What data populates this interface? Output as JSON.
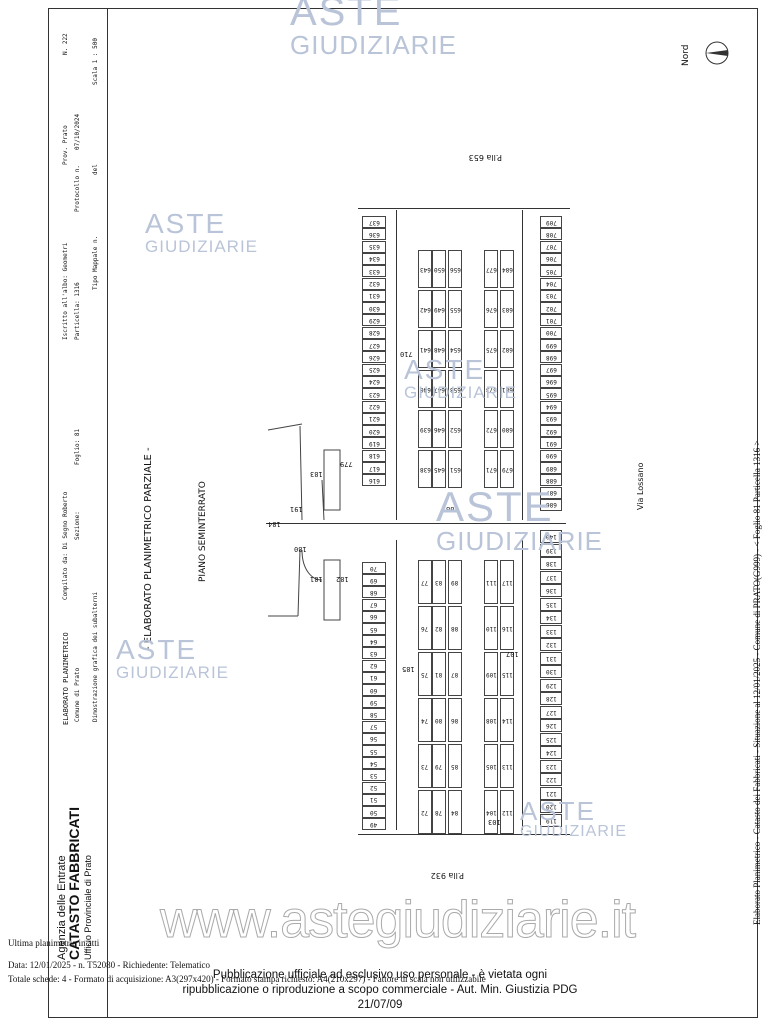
{
  "header": {
    "title": "ELABORATO PLANIMETRICO",
    "compiled_by": "Compilato da: Di Segno Roberto",
    "registered": "Iscritto all'albo: Geometri",
    "province": "Prov. Prato",
    "number": "N. 222",
    "comune": "Comune di Prato",
    "section": "Sezione:",
    "foglio": "Foglio: 81",
    "particella": "Particella: 1316",
    "protocol": "Protocollo n.",
    "date": "07/10/2024",
    "dimostrazione": "Dimostrazione grafica dei subalterni",
    "tipo_mappale": "Tipo Mappale n.",
    "del": "del",
    "scala": "Scala 1 : 500"
  },
  "agency": {
    "line1": "Agenzia delle Entrate",
    "line2": "CATASTO FABBRICATI",
    "line3": "Ufficio Provinciale di Prato"
  },
  "drawing": {
    "title": "- ELABORATO PLANIMETRICO PARZIALE -",
    "floor": "PIANO SEMINTERRATO",
    "north": "Nord",
    "road": "Via Lossano",
    "p_top": "P.lla 653",
    "p_bottom": "P.lla 932"
  },
  "side_note": "Elaborato Planimetrico - Catasto dei Fabbricati - Situazione al 12/01/2025 - Comune di PRATO(G999) - < Foglio 81 Particella 1316 >",
  "footer": {
    "line1": "Ultima planimetria in atti",
    "line2": "Data: 12/01/2025 - n. T52080 - Richiedente: Telematico",
    "line3": "Totale schede: 4 - Formato di acquisizione: A3(297x420) - Formato stampa richiesto: A4(210x297) - Fattore di scala non utilizzabile"
  },
  "notice": {
    "line1": "Pubblicazione ufficiale ad esclusivo uso personale - è vietata ogni",
    "line2": "ripubblicazione o riproduzione a scopo commerciale - Aut. Min. Giustizia PDG 21/07/09"
  },
  "watermark": {
    "aste": "ASTE",
    "giudiziarie": "GIUDIZIARIE",
    "url": "www.astegiudiziarie.it"
  },
  "cells": {
    "left_column": [
      "637",
      "636",
      "635",
      "634",
      "633",
      "632",
      "631",
      "630",
      "629",
      "628",
      "627",
      "626",
      "625",
      "624",
      "623",
      "622",
      "621",
      "620",
      "619",
      "618",
      "617",
      "616"
    ],
    "right_column": [
      "709",
      "708",
      "707",
      "706",
      "705",
      "704",
      "703",
      "702",
      "701",
      "700",
      "699",
      "698",
      "697",
      "696",
      "695",
      "694",
      "693",
      "692",
      "691",
      "690",
      "689",
      "688",
      "687",
      "686"
    ],
    "left_column_b": [
      "70",
      "69",
      "68",
      "67",
      "66",
      "65",
      "64",
      "63",
      "62",
      "61",
      "60",
      "59",
      "58",
      "57",
      "56",
      "55",
      "54",
      "53",
      "52",
      "51",
      "50",
      "49"
    ],
    "right_column_b": [
      "140",
      "139",
      "138",
      "137",
      "136",
      "135",
      "134",
      "133",
      "132",
      "131",
      "130",
      "129",
      "128",
      "127",
      "126",
      "125",
      "124",
      "123",
      "122",
      "121",
      "120",
      "119"
    ],
    "block_top_a": [
      "643",
      "642",
      "641",
      "640",
      "639",
      "638"
    ],
    "block_top_b": [
      "650",
      "649",
      "648",
      "647",
      "646",
      "645"
    ],
    "block_top_c": [
      "656",
      "655",
      "654",
      "653",
      "652",
      "651"
    ],
    "block_top_d": [
      "677",
      "676",
      "675",
      "673",
      "672",
      "671"
    ],
    "block_top_e": [
      "684",
      "683",
      "682",
      "681",
      "680",
      "679"
    ],
    "block_bot_a": [
      "77",
      "76",
      "75",
      "74",
      "73",
      "72"
    ],
    "block_bot_b": [
      "83",
      "82",
      "81",
      "80",
      "79",
      "78"
    ],
    "block_bot_c": [
      "89",
      "88",
      "87",
      "86",
      "85",
      "84"
    ],
    "block_bot_d": [
      "111",
      "110",
      "109",
      "108",
      "105",
      "104"
    ],
    "block_bot_e": [
      "117",
      "116",
      "115",
      "114",
      "113",
      "112"
    ],
    "misc": [
      "710",
      "185",
      "183",
      "779",
      "184",
      "181",
      "182",
      "180",
      "191",
      "188",
      "107",
      "103"
    ]
  }
}
